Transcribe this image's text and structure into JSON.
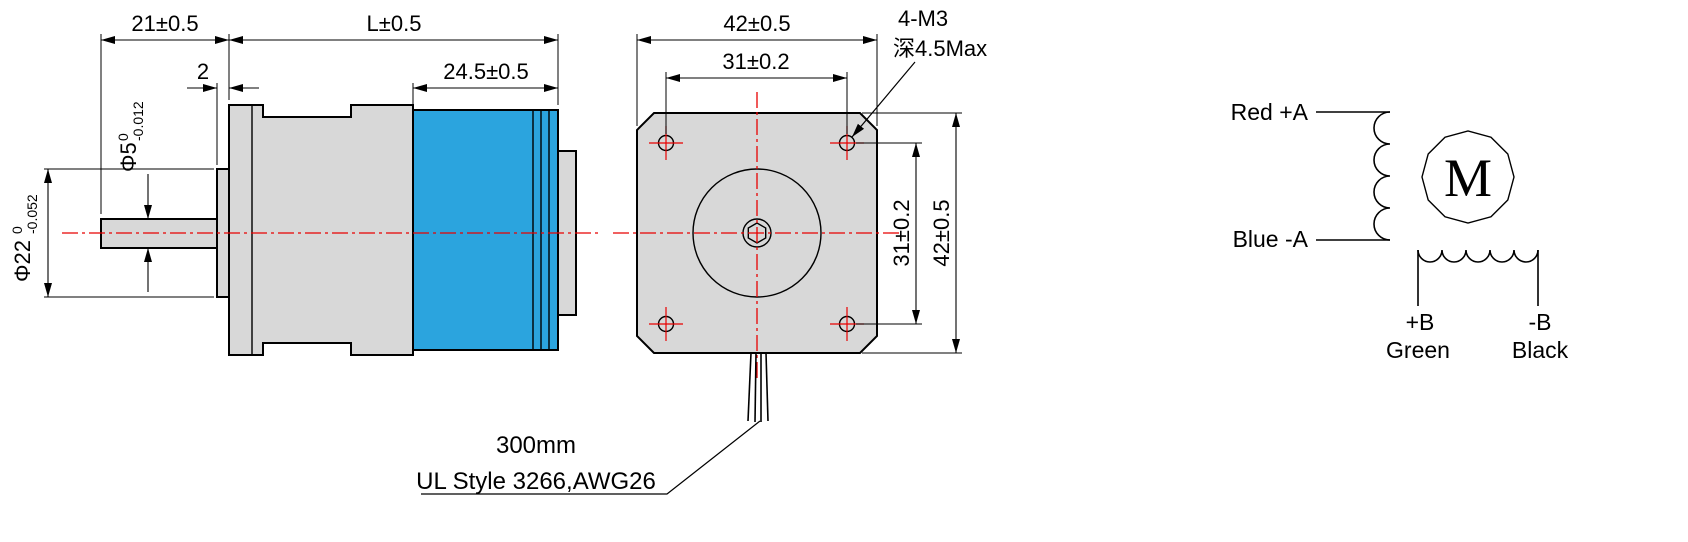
{
  "colors": {
    "body_gray": "#d8d8d8",
    "motor_blue": "#2ba4de",
    "centerline_red": "#e80000",
    "line_black": "#000000"
  },
  "side_view": {
    "dim_shaft_length": "21±0.5",
    "dim_body_length": "L±0.5",
    "dim_boss_thickness": "2",
    "dim_motor_length": "24.5±0.5",
    "dim_shaft_dia": {
      "value": "Φ5",
      "tol_upper": "0",
      "tol_lower": "-0.012"
    },
    "dim_boss_dia": {
      "value": "Φ22",
      "tol_upper": "0",
      "tol_lower": "-0.052"
    }
  },
  "front_view": {
    "dim_width": "42±0.5",
    "dim_hole_span_top": "31±0.2",
    "dim_hole_span_right": "31±0.2",
    "dim_height": "42±0.5",
    "note_holes_line1": "4-M3",
    "note_holes_line2": "深4.5Max",
    "lead_length": "300mm",
    "lead_spec": "UL Style 3266,AWG26"
  },
  "schematic": {
    "wire_a_positive": "Red +A",
    "wire_a_negative": "Blue -A",
    "motor_symbol": "M",
    "wire_b_positive": "+B",
    "wire_b_positive_color": "Green",
    "wire_b_negative": "-B",
    "wire_b_negative_color": "Black"
  }
}
